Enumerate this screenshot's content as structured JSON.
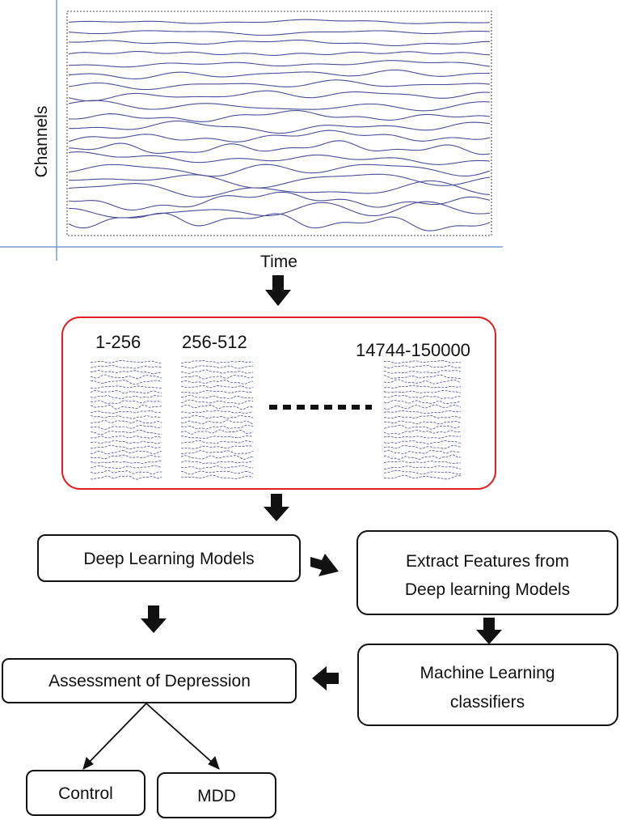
{
  "eeg_plot": {
    "x_axis_label": "Time",
    "y_axis_label": "Channels"
  },
  "segmentation": {
    "windows": [
      {
        "label": "1-256"
      },
      {
        "label": "256-512"
      },
      {
        "label": "14744-150000"
      }
    ]
  },
  "boxes": {
    "deep_learning": "Deep Learning Models",
    "extract_features_line1": "Extract Features from",
    "extract_features_line2": "Deep learning Models",
    "ml_classifiers_line1": "Machine Learning",
    "ml_classifiers_line2": "classifiers",
    "assessment": "Assessment of Depression",
    "control": "Control",
    "mdd": "MDD"
  },
  "colors": {
    "signal": "#4a4f9a",
    "axis": "#7a9ad8",
    "segment_border": "#e02020",
    "arrow": "#111111"
  }
}
